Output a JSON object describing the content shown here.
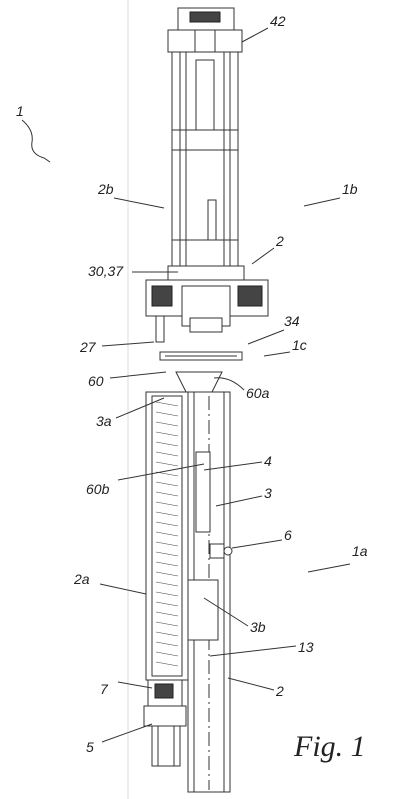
{
  "figure_label": "Fig. 1",
  "labels": {
    "l1": "1",
    "l42": "42",
    "l2b": "2b",
    "l1b": "1b",
    "l2_top": "2",
    "l30_37": "30,37",
    "l34": "34",
    "l1c": "1c",
    "l27": "27",
    "l60": "60",
    "l60a": "60a",
    "l3a": "3a",
    "l4": "4",
    "l60b": "60b",
    "l3": "3",
    "l6": "6",
    "l1a": "1a",
    "l2a": "2a",
    "l3b": "3b",
    "l13": "13",
    "l7": "7",
    "l2_bottom": "2",
    "l5": "5"
  }
}
